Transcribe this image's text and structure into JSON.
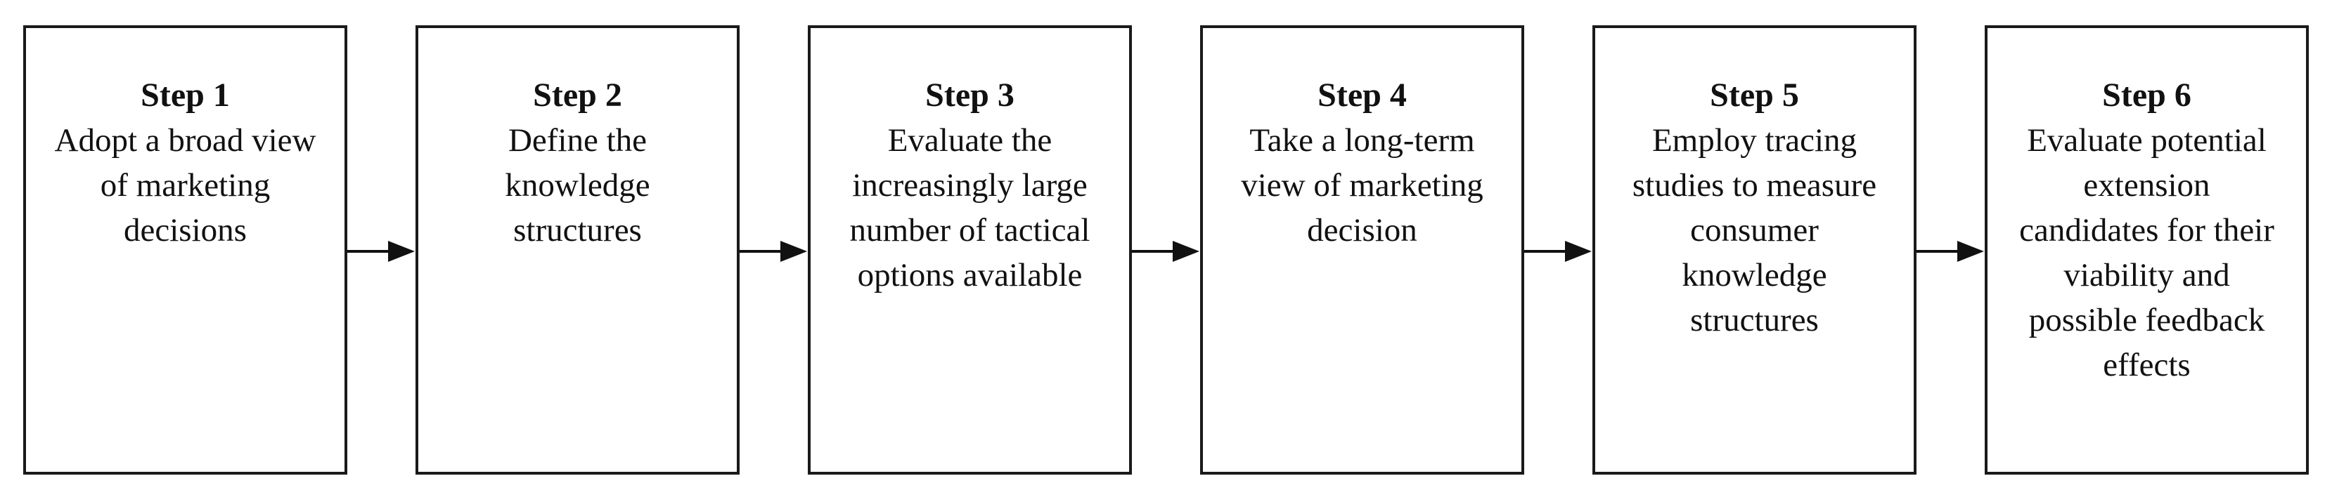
{
  "steps": [
    {
      "title": "Step 1",
      "text": "Adopt a broad view of marketing decisions"
    },
    {
      "title": "Step 2",
      "text": "Define the knowledge structures"
    },
    {
      "title": "Step 3",
      "text": "Evaluate the increasingly large number of tactical options available"
    },
    {
      "title": "Step 4",
      "text": "Take a long-term view of marketing decision"
    },
    {
      "title": "Step 5",
      "text": "Employ tracing studies to measure consumer knowledge structures"
    },
    {
      "title": "Step 6",
      "text": "Evaluate potential extension candidates for their viability and possible feedback effects"
    }
  ]
}
